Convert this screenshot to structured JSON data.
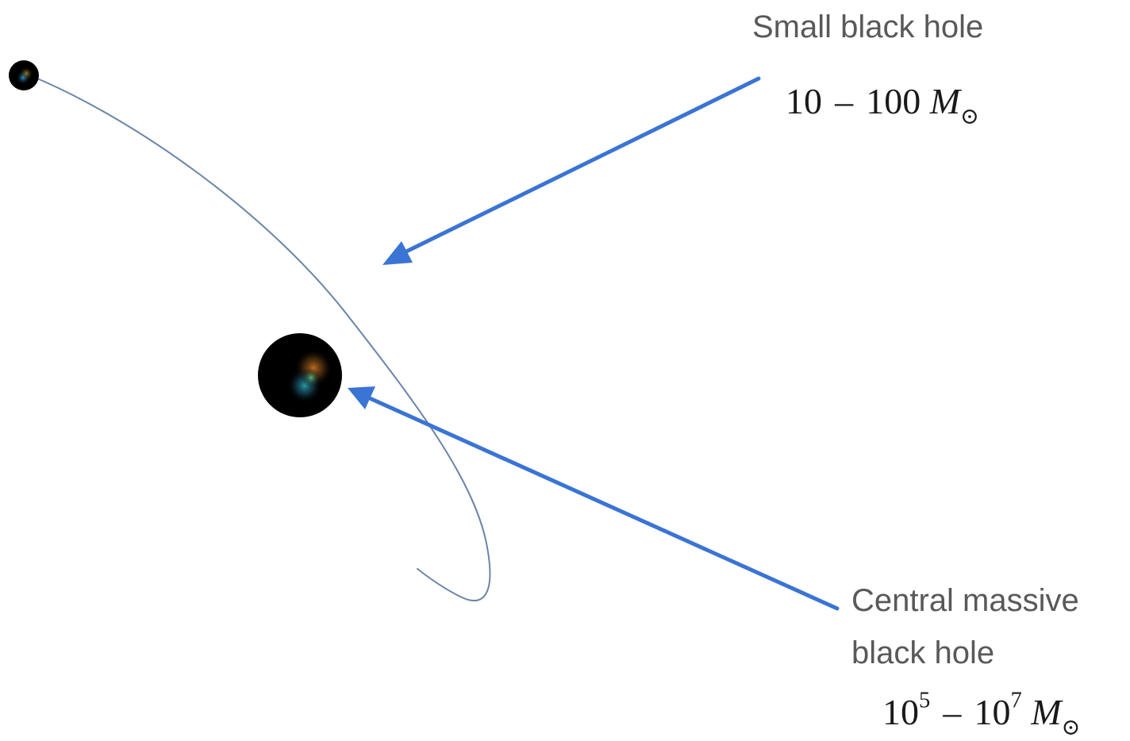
{
  "small_black_hole": {
    "label": "Small black hole",
    "mass_low": "10",
    "mass_high": "100",
    "dash": "–",
    "mass_symbol": "M",
    "sun_symbol": "⊙"
  },
  "central_black_hole": {
    "label_line1": "Central massive",
    "label_line2": "black hole",
    "mass_base": "10",
    "mass_low_exp": "5",
    "mass_high_exp": "7",
    "dash": "–",
    "mass_symbol": "M",
    "sun_symbol": "⊙"
  },
  "colors": {
    "arrow": "#3a74d4",
    "orbit": "#6a86a6",
    "label_text": "#595959"
  }
}
